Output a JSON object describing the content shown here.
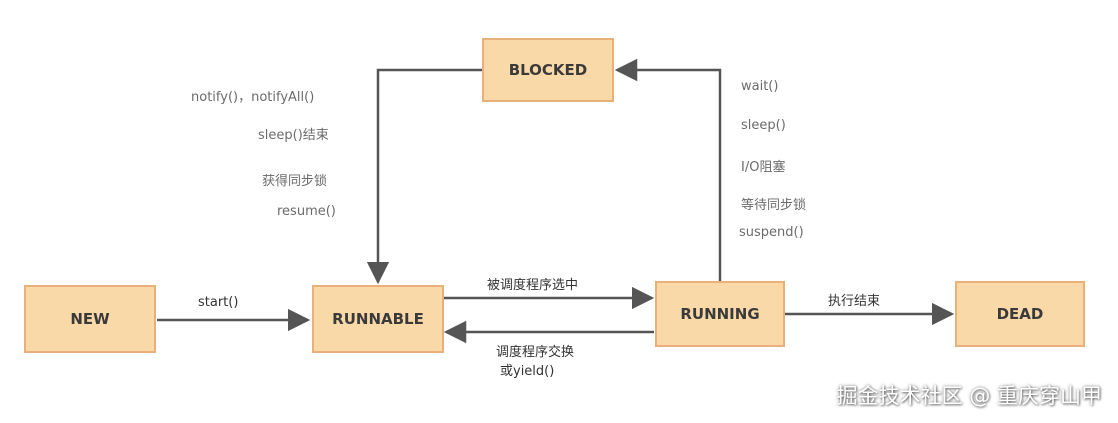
{
  "states": {
    "new": "NEW",
    "runnable": "RUNNABLE",
    "running": "RUNNING",
    "blocked": "BLOCKED",
    "dead": "DEAD"
  },
  "transitions": {
    "start": "start()",
    "scheduled": "被调度程序选中",
    "swapped": "调度程序交换",
    "or_yield": "或yield()",
    "finished": "执行结束",
    "to_blocked": [
      "wait()",
      "sleep()",
      "I/O阻塞",
      "等待同步锁",
      "suspend()"
    ],
    "to_runnable": [
      "notify()，notifyAll()",
      "sleep()结束",
      "获得同步锁",
      "resume()"
    ]
  },
  "watermark": "掘金技术社区 @ 重庆穿山甲",
  "colors": {
    "box_fill": "#fad9a8",
    "box_border": "#eab07a",
    "arrow": "#555555"
  }
}
